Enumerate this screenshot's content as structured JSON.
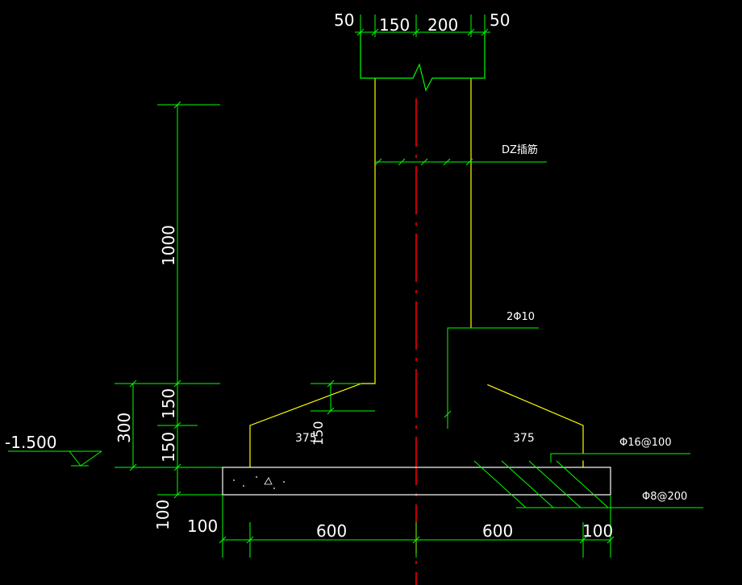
{
  "colors": {
    "background": "#000000",
    "dimension_lines": "#00ff00",
    "outline": "#ffff00",
    "pad": "#ffffff",
    "centerline": "#ff0000",
    "text": "#ffffff"
  },
  "dimensions": {
    "top_50_left": "50",
    "top_150": "150",
    "top_200": "200",
    "top_50_right": "50",
    "height_1000": "1000",
    "height_300": "300",
    "height_150_upper": "150",
    "height_150_lower": "150",
    "height_100": "100",
    "bottom_100_left": "100",
    "bottom_600_left": "600",
    "bottom_600_right": "600",
    "bottom_100_right": "100",
    "slope_150": "150",
    "offset_375_left": "375",
    "offset_375_right": "375"
  },
  "elevation": "-1.500",
  "rebar_notes": {
    "dowel": "DZ插筋",
    "column_bars": "2Φ10",
    "top_bars": "Φ16@100",
    "bottom_bars": "Φ8@200"
  }
}
